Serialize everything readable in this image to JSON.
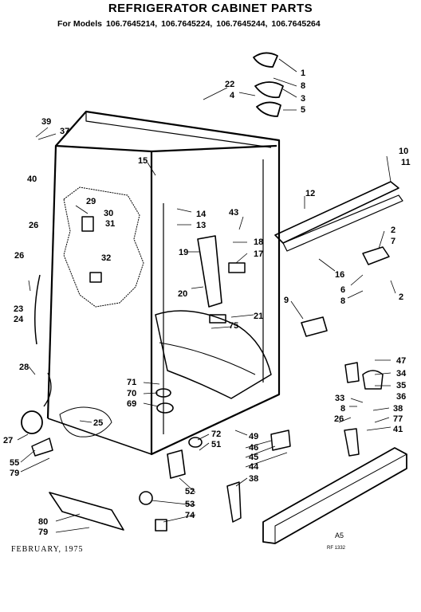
{
  "title": "REFRIGERATOR CABINET PARTS",
  "models": {
    "prefix": "For Models",
    "list": [
      "106.7645214,",
      "106.7645224,",
      "106.7645244,",
      "106.7645264"
    ]
  },
  "callouts": {
    "c1": "1",
    "c8a": "8",
    "c3": "3",
    "c4": "4",
    "c5": "5",
    "c22": "22",
    "c39": "39",
    "c37": "37",
    "c40": "40",
    "c10": "10",
    "c11": "11",
    "c15": "15",
    "c29": "29",
    "c26a": "26",
    "c30": "30",
    "c31": "31",
    "c14": "14",
    "c13": "13",
    "c43": "43",
    "c12": "12",
    "c2a": "2",
    "c7": "7",
    "c32": "32",
    "c19": "19",
    "c18": "18",
    "c17": "17",
    "c26b": "26",
    "c16": "16",
    "c6": "6",
    "c8b": "8",
    "c2b": "2",
    "c20": "20",
    "c23": "23",
    "c24": "24",
    "c9": "9",
    "c21": "21",
    "c75": "75",
    "c28": "28",
    "c47": "47",
    "c34": "34",
    "c35": "35",
    "c71": "71",
    "c33": "33",
    "c36": "36",
    "c70": "70",
    "c69": "69",
    "c8c": "8",
    "c38a": "38",
    "c26c": "26",
    "c77": "77",
    "c25": "25",
    "c41": "41",
    "c72": "72",
    "c49": "49",
    "c27": "27",
    "c51": "51",
    "c46": "46",
    "c45": "45",
    "c44": "44",
    "c55": "55",
    "c79a": "79",
    "c38b": "38",
    "c52": "52",
    "c53": "53",
    "c74": "74",
    "c80": "80",
    "c79b": "79"
  },
  "footer": {
    "date": "FEBRUARY, 1975",
    "code": "A5",
    "ref": "RF 1332"
  }
}
